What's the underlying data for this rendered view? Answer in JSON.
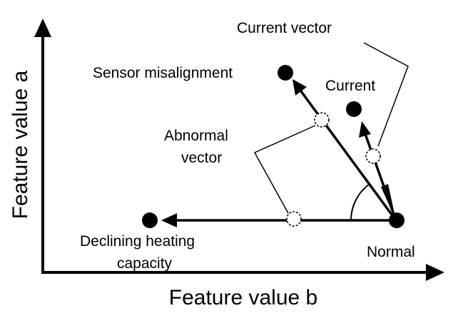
{
  "axes": {
    "x_title": "Feature value b",
    "y_title": "Feature value a"
  },
  "points": {
    "normal": "Normal",
    "sensor_misalignment": "Sensor misalignment",
    "current": "Current",
    "declining_heating_line1": "Declining heating",
    "declining_heating_line2": "capacity"
  },
  "callouts": {
    "current_vector": "Current vector",
    "abnormal_vector_line1": "Abnormal",
    "abnormal_vector_line2": "vector"
  },
  "colors": {
    "ink": "#000000",
    "background": "#ffffff"
  }
}
